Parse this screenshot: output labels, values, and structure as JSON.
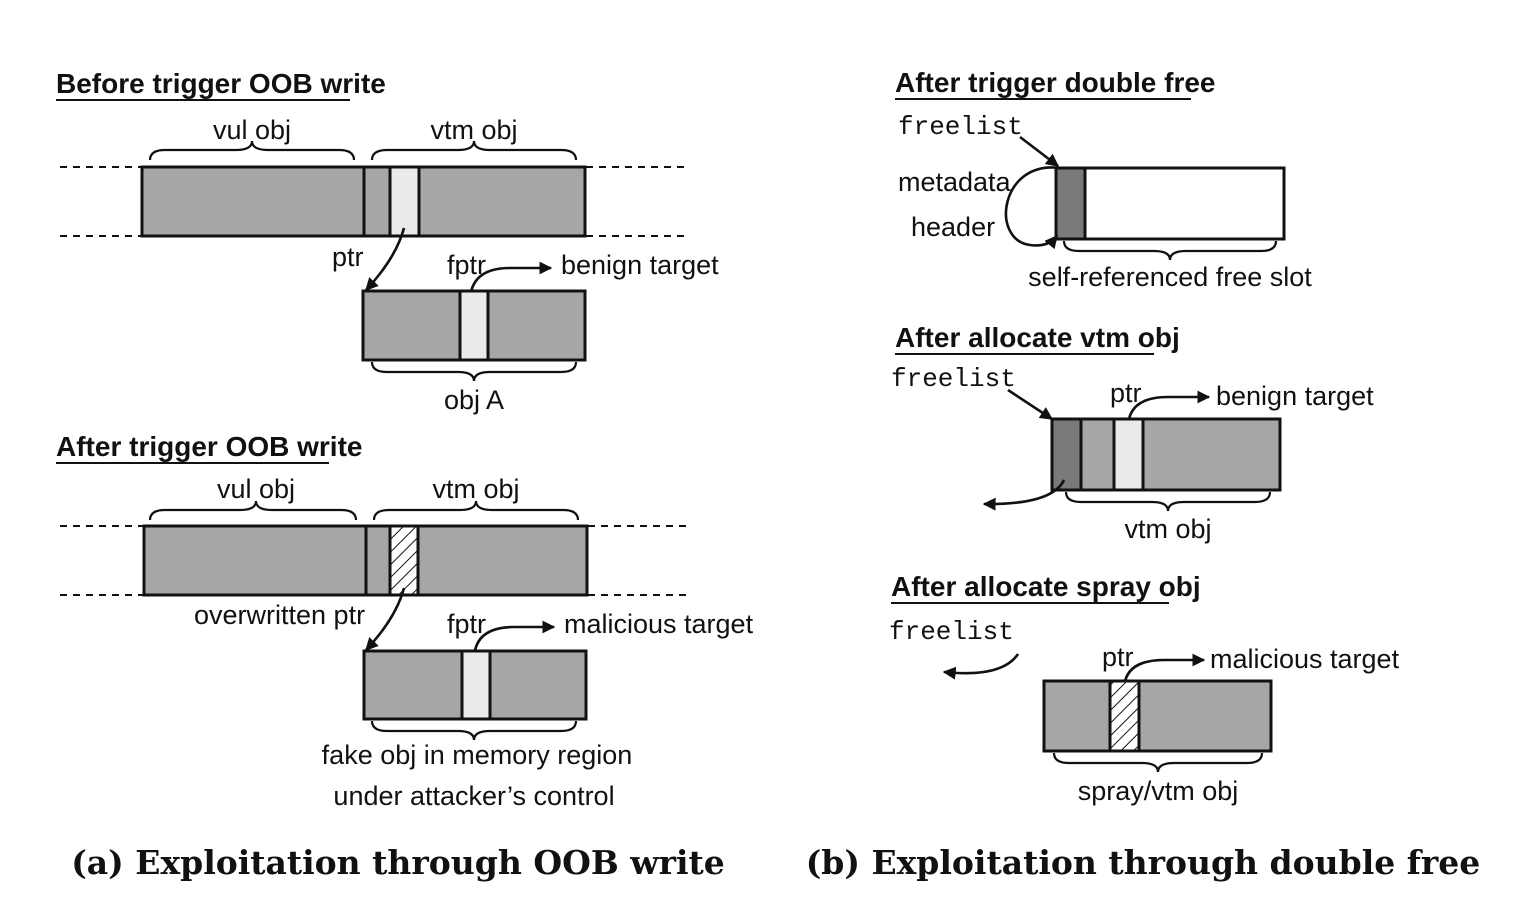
{
  "panel_a": {
    "before": {
      "title": "Before trigger OOB write",
      "vul_obj": "vul obj",
      "vtm_obj": "vtm obj",
      "ptr": "ptr",
      "fptr": "fptr",
      "target": "benign target",
      "obj_label": "obj A"
    },
    "after": {
      "title": "After trigger OOB write",
      "vul_obj": "vul obj",
      "vtm_obj": "vtm obj",
      "ptr": "overwritten ptr",
      "fptr": "fptr",
      "target": "malicious target",
      "obj_label_line1": "fake obj in memory region",
      "obj_label_line2": "under attacker’s control"
    },
    "caption": "(a) Exploitation through OOB write"
  },
  "panel_b": {
    "double_free": {
      "title": "After trigger double free",
      "freelist": "freelist",
      "metadata": "metadata",
      "header": "header",
      "slot_label": "self-referenced free slot"
    },
    "alloc_vtm": {
      "title": "After allocate vtm obj",
      "freelist": "freelist",
      "ptr": "ptr",
      "target": "benign target",
      "obj_label": "vtm obj"
    },
    "alloc_spray": {
      "title": "After allocate spray obj",
      "freelist": "freelist",
      "ptr": "ptr",
      "target": "malicious target",
      "obj_label": "spray/vtm obj"
    },
    "caption": "(b) Exploitation through double free"
  },
  "colors": {
    "object_fill": "#a6a6a6",
    "metadata_fill": "#7a7a7a",
    "pointer_fill": "#eaeaea"
  }
}
